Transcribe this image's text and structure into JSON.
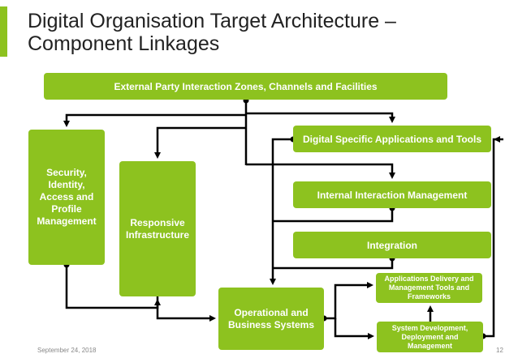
{
  "title": "Digital Organisation Target Architecture – Component Linkages",
  "boxes": {
    "external": "External Party Interaction Zones, Channels and Facilities",
    "security": "Security, Identity, Access and Profile Management",
    "responsive": "Responsive Infrastructure",
    "digital": "Digital Specific Applications and Tools",
    "internal": "Internal Interaction Management",
    "integration": "Integration",
    "operational": "Operational and Business Systems",
    "app_delivery": "Applications Delivery and Management  Tools and Frameworks",
    "system_dev": "System Development, Deployment and Management"
  },
  "footer": {
    "date": "September 24, 2018",
    "page": "12"
  },
  "colors": {
    "box": "#8dc21f",
    "line": "#000000",
    "accent": "#8dc21f"
  }
}
